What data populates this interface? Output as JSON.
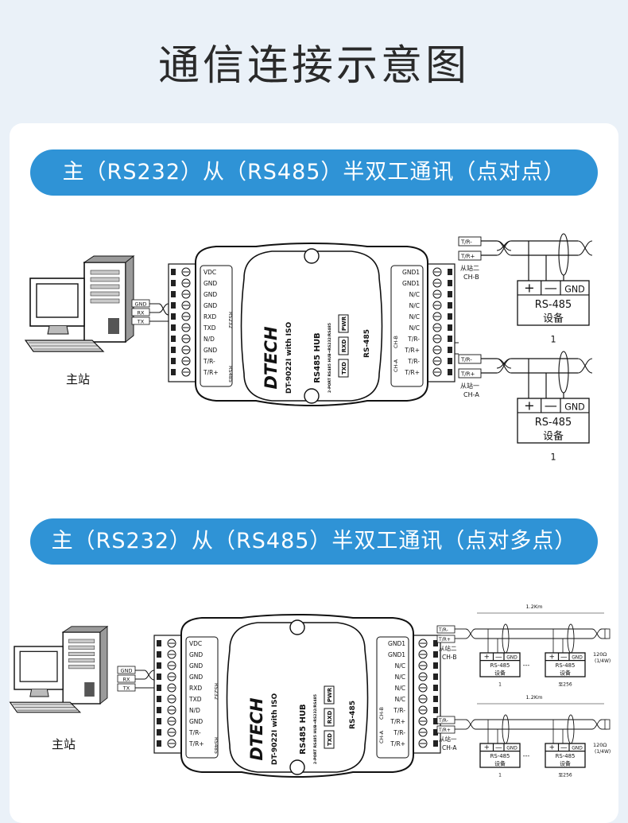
{
  "page_title": "通信连接示意图",
  "section1": {
    "heading": "主（RS232）从（RS485）半双工通讯（点对点）"
  },
  "section2": {
    "heading": "主（RS232）从（RS485）半双工通讯（点对多点）"
  },
  "master": {
    "label": "主站",
    "wires": [
      "GND",
      "RX",
      "TX"
    ]
  },
  "hub": {
    "brand": "DTECH",
    "model": "DT-9022I with ISO",
    "name": "RS485 HUB",
    "sub": "2-PORT RS485 HUB⇒RS232/RS485",
    "leds": [
      "TXD",
      "RXD",
      "PWR"
    ],
    "side_label": "RS-485",
    "left_pins": [
      "VDC",
      "GND",
      "GND",
      "GND",
      "RXD",
      "TXD",
      "N/D",
      "GND",
      "T/R-",
      "T/R+"
    ],
    "left_groups": [
      "RS232",
      "RS485"
    ],
    "right_pins": [
      "GND1",
      "GND1",
      "N/C",
      "N/C",
      "N/C",
      "N/C",
      "T/R-",
      "T/R+",
      "T/R-",
      "T/R+"
    ],
    "right_groups": [
      "CH-B",
      "CH-A"
    ]
  },
  "bus": {
    "tr_minus": "T/R-",
    "tr_plus": "T/R+"
  },
  "slave_b": {
    "label": "从站二",
    "channel": "CH-B"
  },
  "slave_a": {
    "label": "从站一",
    "channel": "CH-A"
  },
  "device": {
    "plus": "+",
    "minus": "—",
    "gnd": "GND",
    "name": "RS-485",
    "sub": "设备",
    "count": "1",
    "count_multi": "至256"
  },
  "distance": "1.2Km",
  "terminator": {
    "value": "120Ω",
    "note": "(1/4W)"
  },
  "dashes": "---"
}
